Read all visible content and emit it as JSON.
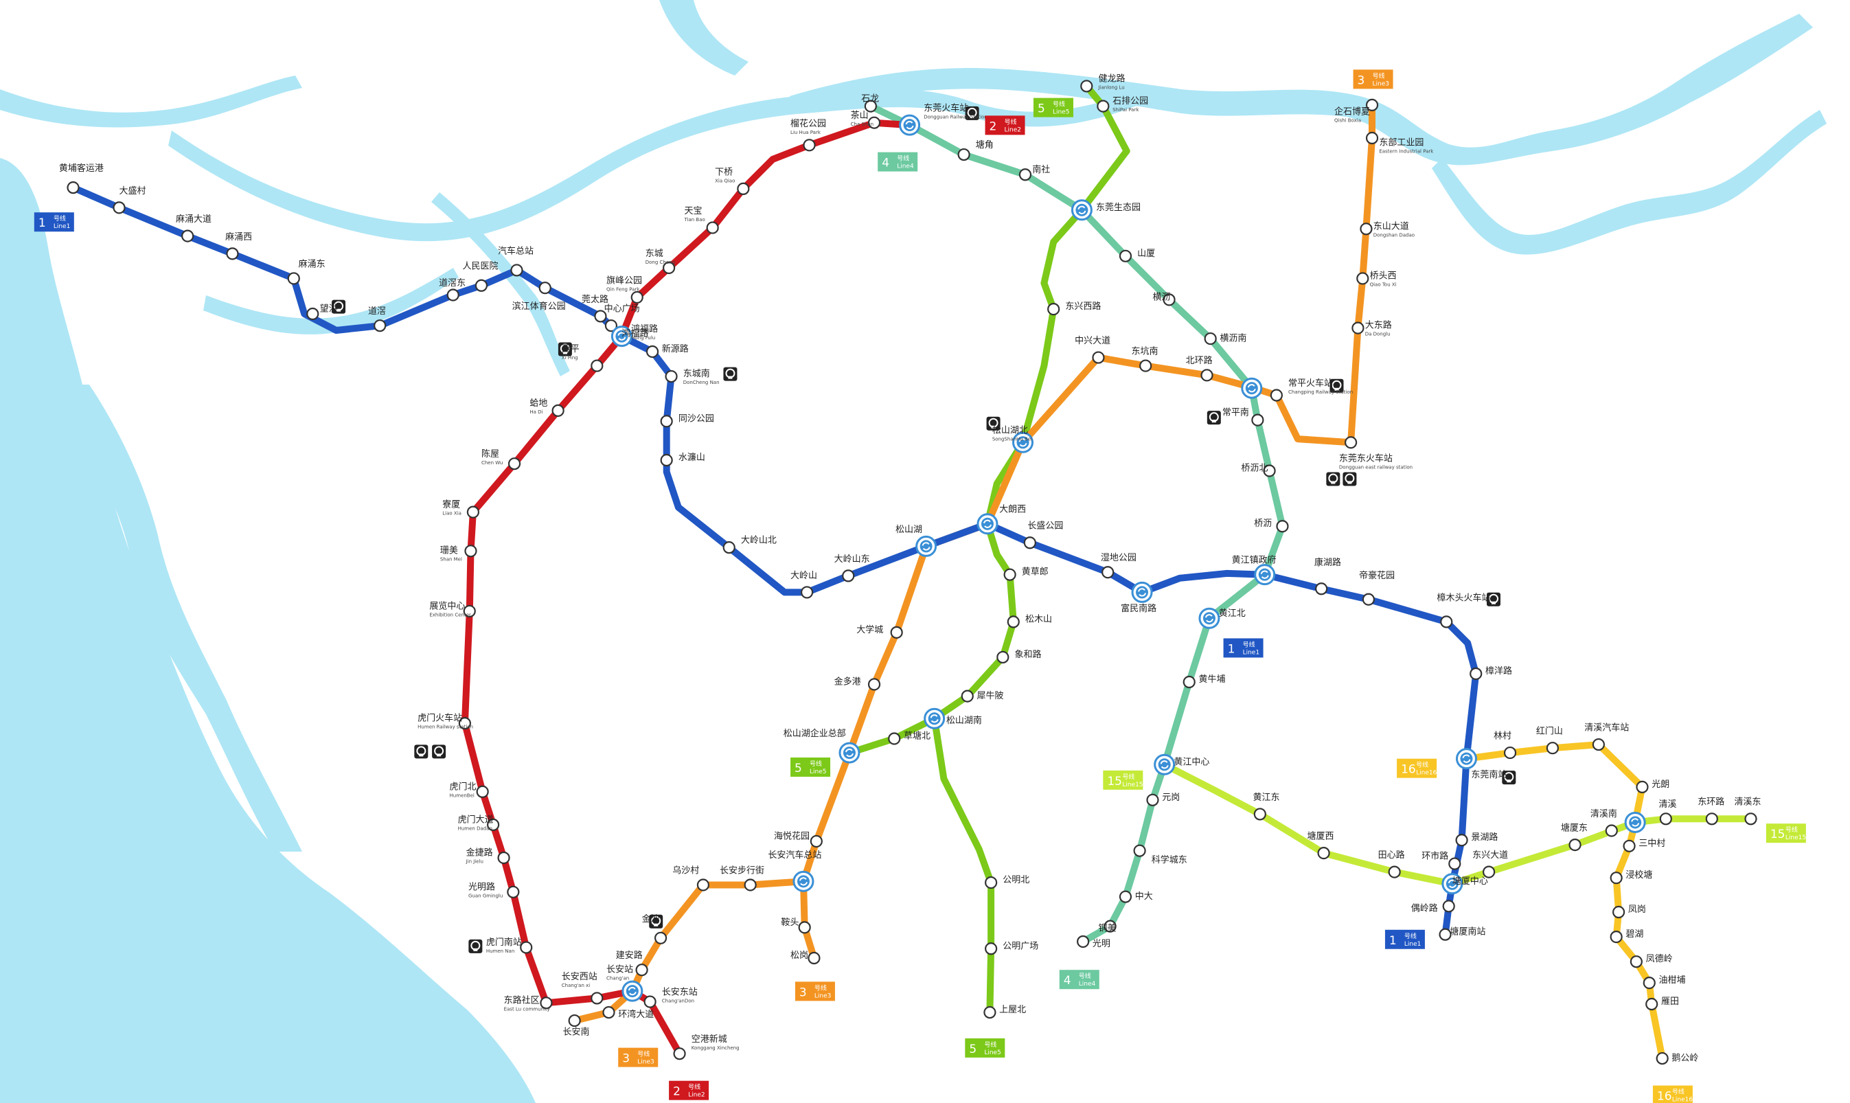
{
  "colors": {
    "water": "#aee6f5",
    "background": "#ffffff"
  },
  "lines": [
    {
      "id": "line1",
      "label_cn": "号线",
      "label_en": "Line1",
      "number": "1",
      "color": "#2157c4",
      "stations": [
        {
          "cn": "黄埔客运港"
        },
        {
          "cn": "大盛村"
        },
        {
          "cn": "麻涌大道"
        },
        {
          "cn": "麻涌西"
        },
        {
          "cn": "麻涌东"
        },
        {
          "cn": "望洪"
        },
        {
          "cn": "道滘"
        },
        {
          "cn": "道滘东"
        },
        {
          "cn": "人民医院"
        },
        {
          "cn": "汽车总站"
        },
        {
          "cn": "滨江体育公园"
        },
        {
          "cn": "莞太路"
        },
        {
          "cn": "中心广场"
        },
        {
          "cn": "鸿福路",
          "en": "Hong Fulu"
        },
        {
          "cn": "新源路"
        },
        {
          "cn": "东城南",
          "en": "DonCheng Nan"
        },
        {
          "cn": "同沙公园"
        },
        {
          "cn": "水濂山"
        },
        {
          "cn": "大岭山北"
        },
        {
          "cn": "大岭山"
        },
        {
          "cn": "大岭山东"
        },
        {
          "cn": "松山湖"
        },
        {
          "cn": "大朗西"
        },
        {
          "cn": "长盛公园"
        },
        {
          "cn": "湿地公园"
        },
        {
          "cn": "富民南路"
        },
        {
          "cn": "黄江镇政府"
        },
        {
          "cn": "康湖路"
        },
        {
          "cn": "帝豪花园"
        },
        {
          "cn": "樟木头火车站"
        },
        {
          "cn": "樟洋路"
        },
        {
          "cn": "东莞南站"
        },
        {
          "cn": "景湖路"
        },
        {
          "cn": "环市路"
        },
        {
          "cn": "塘厦中心"
        },
        {
          "cn": "偶岭路"
        },
        {
          "cn": "塘厦南站"
        }
      ]
    },
    {
      "id": "line2",
      "label_cn": "号线",
      "label_en": "Line2",
      "number": "2",
      "color": "#d0181f",
      "stations": [
        {
          "cn": "东莞火车站",
          "en": "Dongguan Railway Station"
        },
        {
          "cn": "茶山",
          "en": "Cha Shan"
        },
        {
          "cn": "榴花公园",
          "en": "Liu Hua Park"
        },
        {
          "cn": "下桥",
          "en": "Xia Qiao"
        },
        {
          "cn": "天宝",
          "en": "Tian Bao"
        },
        {
          "cn": "东城",
          "en": "Dong Cheng"
        },
        {
          "cn": "旗峰公园",
          "en": "Qin Feng Park"
        },
        {
          "cn": "鸿福路"
        },
        {
          "cn": "西平",
          "en": "Xi Ping"
        },
        {
          "cn": "蛤地",
          "en": "Ha Di"
        },
        {
          "cn": "陈屋",
          "en": "Chen Wu"
        },
        {
          "cn": "寮厦",
          "en": "Liao Xia"
        },
        {
          "cn": "珊美",
          "en": "Shan Mei"
        },
        {
          "cn": "展览中心",
          "en": "Exhibition Center"
        },
        {
          "cn": "虎门火车站",
          "en": "Humen Railway station"
        },
        {
          "cn": "虎门北",
          "en": "HumenBei"
        },
        {
          "cn": "虎门大道",
          "en": "Humen Dadao"
        },
        {
          "cn": "金捷路",
          "en": "Jin Jielu"
        },
        {
          "cn": "光明路",
          "en": "Guan Gminglu"
        },
        {
          "cn": "虎门南站",
          "en": "Humen Nan"
        },
        {
          "cn": "东路社区",
          "en": "East Lu community"
        },
        {
          "cn": "长安西站",
          "en": "Chang'an xi"
        },
        {
          "cn": "长安站",
          "en": "Chang'an"
        },
        {
          "cn": "长安东站",
          "en": "Chang'anDon"
        },
        {
          "cn": "空港新城",
          "en": "Konggang Xincheng"
        }
      ]
    },
    {
      "id": "line3",
      "label_cn": "号线",
      "label_en": "Line3",
      "number": "3",
      "color": "#f39422",
      "stations": [
        {
          "cn": "企石博夏",
          "en": "Qishi Boxia"
        },
        {
          "cn": "东部工业园",
          "en": "Eastern Industrial Park"
        },
        {
          "cn": "东山大道",
          "en": "Dongshan Dadao"
        },
        {
          "cn": "桥头西",
          "en": "Qiao Tou Xi"
        },
        {
          "cn": "大东路",
          "en": "Da Donglu"
        },
        {
          "cn": "东莞东火车站",
          "en": "Dongguan east railway station"
        },
        {
          "cn": "常平火车站",
          "en": "Changping Railway Station"
        },
        {
          "cn": "北环路"
        },
        {
          "cn": "东坑南"
        },
        {
          "cn": "中兴大道"
        },
        {
          "cn": "松山湖北",
          "en": "SongShanHu Bei"
        },
        {
          "cn": "大学城"
        },
        {
          "cn": "金多港"
        },
        {
          "cn": "松山湖企业总部"
        },
        {
          "cn": "海悦花园"
        },
        {
          "cn": "长安汽车总站"
        },
        {
          "cn": "长安步行街"
        },
        {
          "cn": "乌沙村"
        },
        {
          "cn": "金沙"
        },
        {
          "cn": "建安路"
        },
        {
          "cn": "环湾大道"
        },
        {
          "cn": "长安南"
        },
        {
          "cn": "鞍头"
        },
        {
          "cn": "松岗"
        }
      ]
    },
    {
      "id": "line4",
      "label_cn": "号线",
      "label_en": "Line4",
      "number": "4",
      "color": "#6cc9a0",
      "stations": [
        {
          "cn": "石龙"
        },
        {
          "cn": "塘角"
        },
        {
          "cn": "南社"
        },
        {
          "cn": "东莞生态园"
        },
        {
          "cn": "山厦"
        },
        {
          "cn": "横沥"
        },
        {
          "cn": "横沥南"
        },
        {
          "cn": "常平南"
        },
        {
          "cn": "桥沥北"
        },
        {
          "cn": "桥沥"
        },
        {
          "cn": "黄江北"
        },
        {
          "cn": "黄牛埔"
        },
        {
          "cn": "黄江中心"
        },
        {
          "cn": "元岗"
        },
        {
          "cn": "科学城东"
        },
        {
          "cn": "中大"
        },
        {
          "cn": "铜美"
        },
        {
          "cn": "光明"
        }
      ]
    },
    {
      "id": "line5",
      "label_cn": "号线",
      "label_en": "Line5",
      "number": "5",
      "color": "#7cc919",
      "stations": [
        {
          "cn": "健龙路",
          "en": "Jianlong Lu"
        },
        {
          "cn": "石排公园",
          "en": "ShiPai Park"
        },
        {
          "cn": "东兴西路"
        },
        {
          "cn": "黄草郎"
        },
        {
          "cn": "松木山"
        },
        {
          "cn": "象和路"
        },
        {
          "cn": "犀牛陂"
        },
        {
          "cn": "松山湖南"
        },
        {
          "cn": "草塘北"
        },
        {
          "cn": "公明北"
        },
        {
          "cn": "公明广场"
        },
        {
          "cn": "上屋北"
        }
      ]
    },
    {
      "id": "line15",
      "label_cn": "号线",
      "label_en": "Line15",
      "number": "15",
      "color": "#c4ea37",
      "stations": [
        {
          "cn": "黄江东"
        },
        {
          "cn": "塘厦西"
        },
        {
          "cn": "田心路"
        },
        {
          "cn": "东兴大道"
        },
        {
          "cn": "塘厦东"
        },
        {
          "cn": "清溪南"
        },
        {
          "cn": "清溪"
        },
        {
          "cn": "东环路"
        },
        {
          "cn": "清溪东"
        }
      ]
    },
    {
      "id": "line16",
      "label_cn": "号线",
      "label_en": "Line16",
      "number": "16",
      "color": "#f8c525",
      "stations": [
        {
          "cn": "林村"
        },
        {
          "cn": "红门山"
        },
        {
          "cn": "清溪汽车站"
        },
        {
          "cn": "光朗"
        },
        {
          "cn": "三中村"
        },
        {
          "cn": "浸校塘"
        },
        {
          "cn": "凤岗"
        },
        {
          "cn": "碧湖"
        },
        {
          "cn": "凤德岭"
        },
        {
          "cn": "油柑埔"
        },
        {
          "cn": "雁田"
        },
        {
          "cn": "鹅公岭"
        }
      ]
    }
  ]
}
